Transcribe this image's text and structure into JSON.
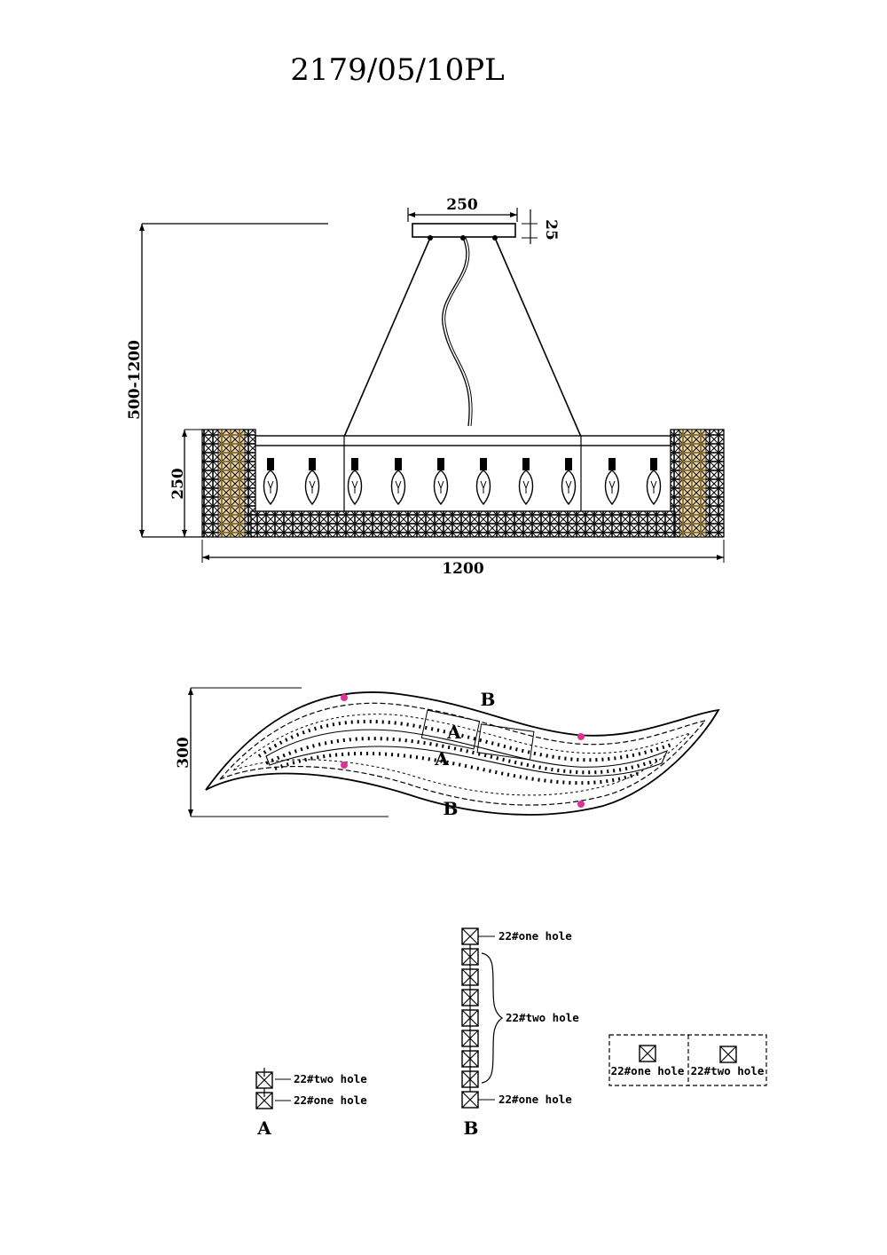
{
  "title": "2179/05/10PL",
  "dimensions": {
    "canopy_width": "250",
    "canopy_height": "25",
    "total_height": "500-1200",
    "body_height": "250",
    "body_width": "1200",
    "top_depth": "300"
  },
  "labels": {
    "a": "A",
    "b": "B"
  },
  "legend": {
    "a_two_hole": "22#two hole",
    "a_one_hole": "22#one hole",
    "b_top": "22#one hole",
    "b_middle": "22#two hole",
    "b_bottom": "22#one hole",
    "box_one_hole": "22#one hole",
    "box_two_hole": "22#two hole"
  },
  "colors": {
    "line": "#000000",
    "accent_gold": "#b99a52",
    "marker_pink": "#e0309a"
  },
  "bulb_count": 10
}
